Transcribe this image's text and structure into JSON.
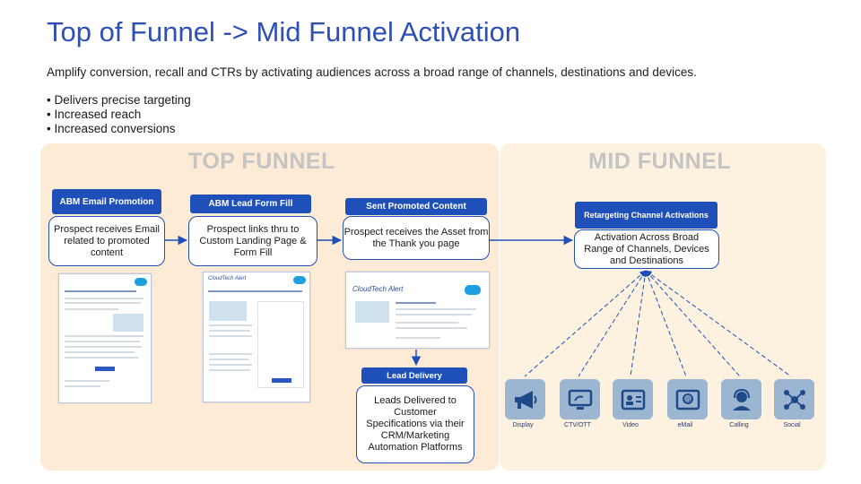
{
  "title": "Top of Funnel -> Mid Funnel Activation",
  "subtitle": "Amplify conversion, recall and CTRs by activating audiences across a broad range of channels, destinations and devices.",
  "bullets": [
    "Delivers precise targeting",
    "Increased reach",
    "Increased conversions"
  ],
  "top_funnel": {
    "label": "TOP FUNNEL",
    "steps": [
      {
        "header": "ABM Email Promotion",
        "body": "Prospect receives Email related to promoted content"
      },
      {
        "header": "ABM  Lead Form Fill",
        "body": "Prospect links thru to Custom Landing Page & Form Fill"
      },
      {
        "header": "Sent Promoted Content",
        "body": "Prospect receives the Asset from the Thank you page"
      }
    ],
    "lead_delivery": {
      "header": "Lead Delivery",
      "body": "Leads Delivered to Customer Specifications via their CRM/Marketing Automation Platforms"
    },
    "logo_text": "CloudTech Alert"
  },
  "mid_funnel": {
    "label": "MID FUNNEL",
    "header": "Retargeting Channel Activations",
    "body": "Activation Across Broad Range of Channels, Devices and Destinations",
    "channels": [
      {
        "label": "Display",
        "icon": "megaphone-icon"
      },
      {
        "label": "CTV/OTT",
        "icon": "tv-icon"
      },
      {
        "label": "Video",
        "icon": "video-icon"
      },
      {
        "label": "eMail",
        "icon": "email-icon"
      },
      {
        "label": "Calling",
        "icon": "headset-icon"
      },
      {
        "label": "Social",
        "icon": "social-network-icon"
      }
    ]
  },
  "colors": {
    "accent": "#1f4fb8",
    "title": "#2e4fb4",
    "top_panel": "#fdebd6",
    "mid_panel": "#fdf1e0",
    "icon_bg": "#9cb6d2",
    "icon_fg": "#1f4a8a"
  }
}
